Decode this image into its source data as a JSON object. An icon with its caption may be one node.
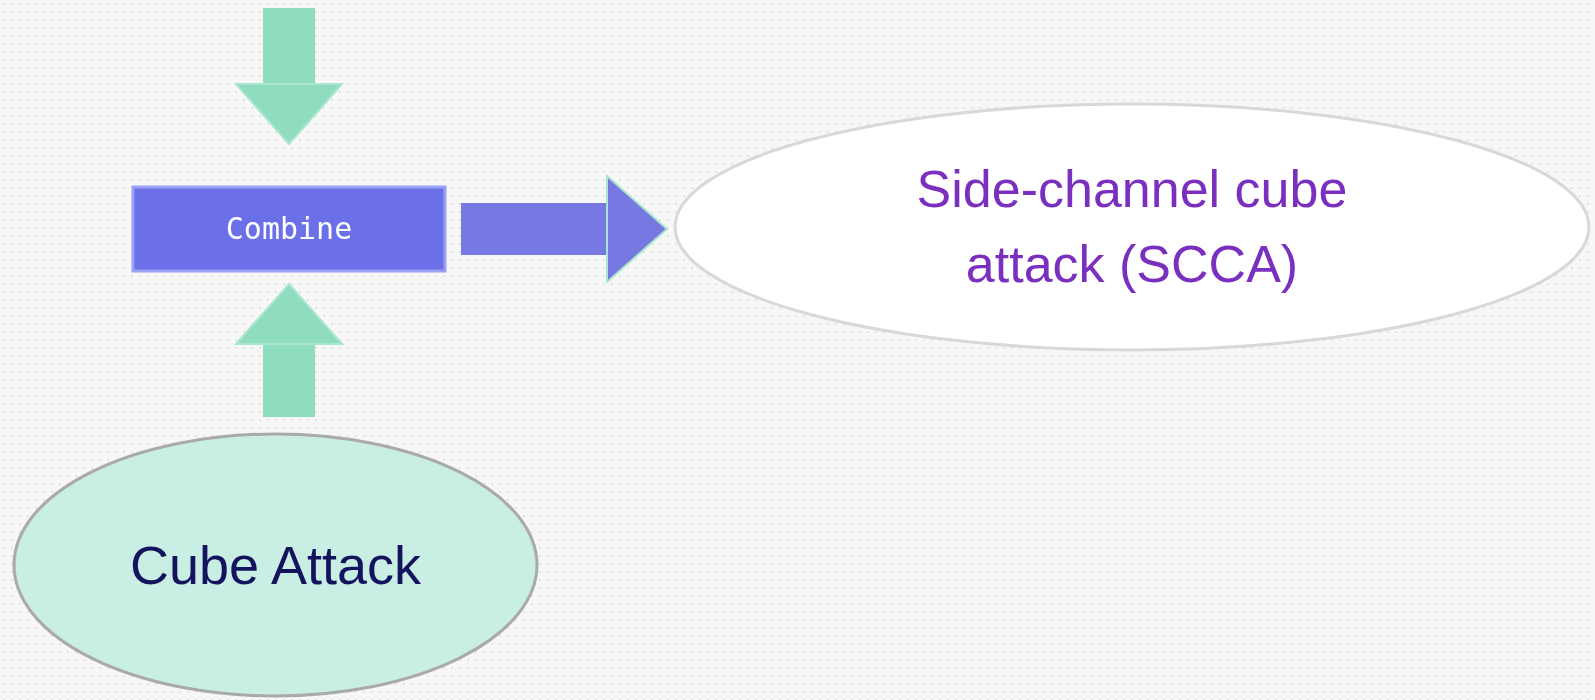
{
  "diagram": {
    "nodes": [
      {
        "text": [
          "Combine"
        ]
      },
      {
        "text": [
          "Side-channel cube attack (SCCA)"
        ]
      },
      {
        "text": [
          "Cube Attack"
        ]
      }
    ],
    "edges": [
      {
        "from": null,
        "to": 0,
        "arrow": "to"
      },
      {
        "from": 2,
        "to": 0,
        "arrow": "to"
      },
      {
        "from": 0,
        "to": 1,
        "arrow": "to",
        "color": "#7878e2"
      }
    ]
  }
}
